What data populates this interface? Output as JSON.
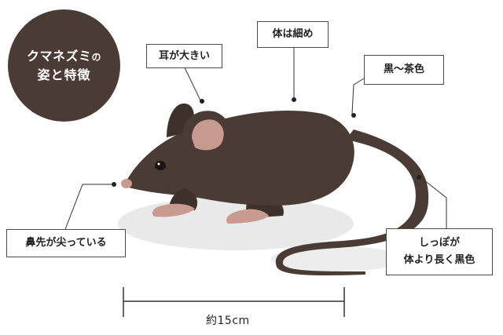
{
  "badge": {
    "title_main": "クマネズミ",
    "title_particle": "の",
    "title_rest": "姿と特徴"
  },
  "labels": {
    "ears": "耳が大きい",
    "body": "体は細め",
    "color": "黒～茶色",
    "nose": "鼻先が尖っている",
    "tail_line1": "しっぽが",
    "tail_line2": "体より長く黒色"
  },
  "size": {
    "text": "約15cm"
  },
  "colors": {
    "fur": "#4a3b35",
    "ear_inner": "#c79a8f",
    "paw": "#c99a8f",
    "shadow": "#e8e8e8",
    "line": "#333333"
  }
}
